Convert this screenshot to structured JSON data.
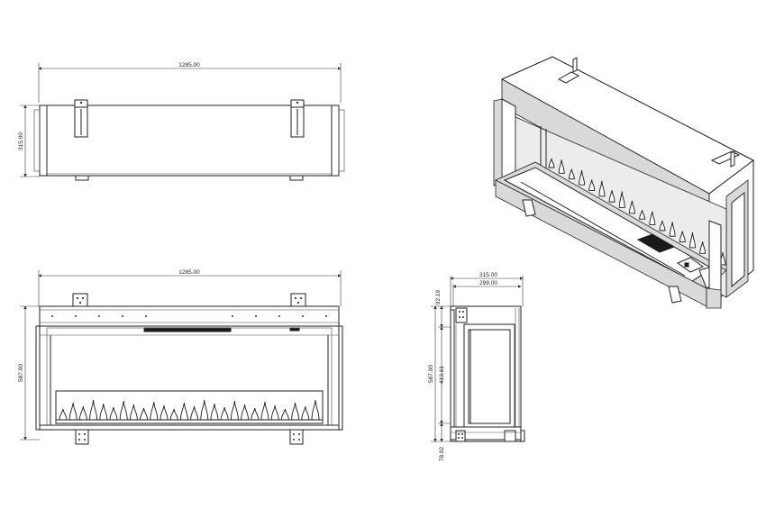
{
  "dimensions": {
    "top_width": "1285.00",
    "top_depth": "315.00",
    "front_width": "1285.00",
    "front_height": "587.00",
    "side_depth_outer": "315.00",
    "side_depth_inner": "299.00",
    "side_height": "587.00",
    "side_top_offset": "92.19",
    "side_opening": "413.61",
    "side_bottom_offset": "78.92"
  }
}
